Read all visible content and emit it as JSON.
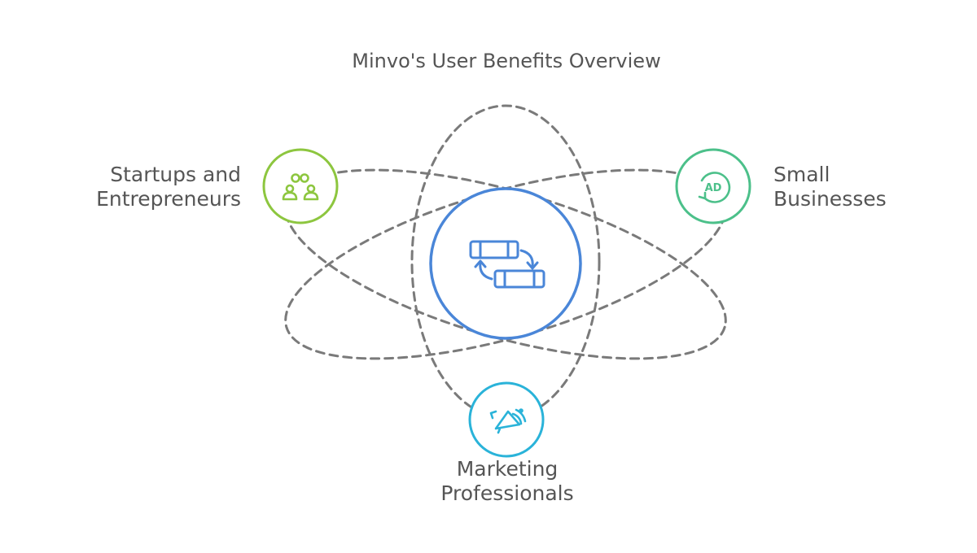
{
  "title": "Minvo's User Benefits Overview",
  "nodes": {
    "startups": {
      "line1": "Startups and",
      "line2": "Entrepreneurs",
      "color": "#8dc63f",
      "icon": "people-connected-icon"
    },
    "small_businesses": {
      "line1": "Small",
      "line2": "Businesses",
      "color": "#4cc08a",
      "icon": "ad-badge-icon"
    },
    "marketing": {
      "line1": "Marketing",
      "line2": "Professionals",
      "color": "#2ab3d9",
      "icon": "megaphone-icon"
    }
  },
  "center": {
    "color": "#4a86d8",
    "icon": "exchange-cards-icon"
  },
  "orbit_color": "#7a7a7a"
}
